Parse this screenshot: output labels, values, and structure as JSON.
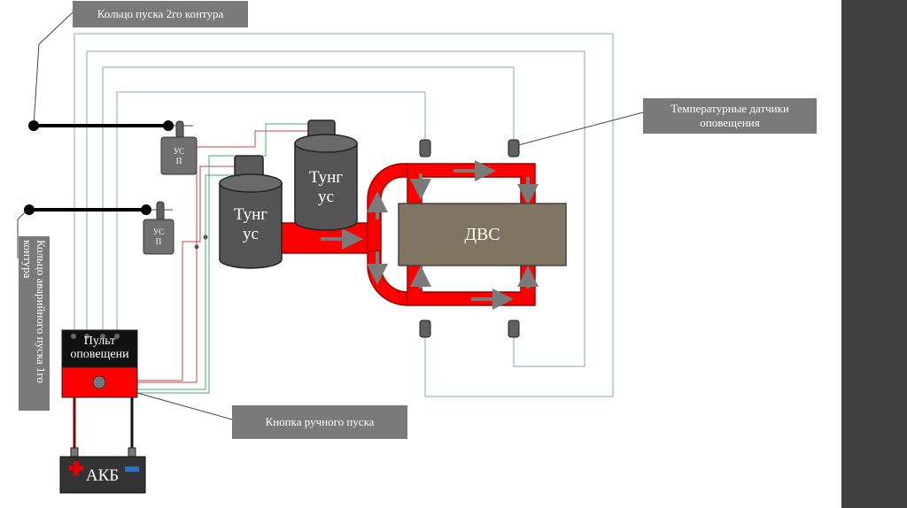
{
  "callouts": {
    "ring2": "Кольцо пуска 2го контура",
    "temp_sensors": "Температурные датчики оповещения",
    "ring1": "Кольцо аварийного пуска 1го контура",
    "manual_button": "Кнопка ручного пуска"
  },
  "components": {
    "usp_upper_line1": "УС",
    "usp_upper_line2": "П",
    "usp_lower_line1": "УС",
    "usp_lower_line2": "П",
    "tank_left_line1": "Тунг",
    "tank_left_line2": "ус",
    "tank_right_line1": "Тунг",
    "tank_right_line2": "ус",
    "engine": "ДВС",
    "panel_line1": "Пульт",
    "panel_line2": "оповещени",
    "battery": "АКБ"
  },
  "colors": {
    "pipe_red": "#ff0000",
    "engine_fill": "#7f7460",
    "tank_fill": "#545454",
    "callout_bg": "#7a7a7b",
    "wire_blue": "#8aa4b8",
    "wire_green": "#3fb06a",
    "wire_red": "#d04040",
    "sidebar": "#3f3f3f"
  }
}
